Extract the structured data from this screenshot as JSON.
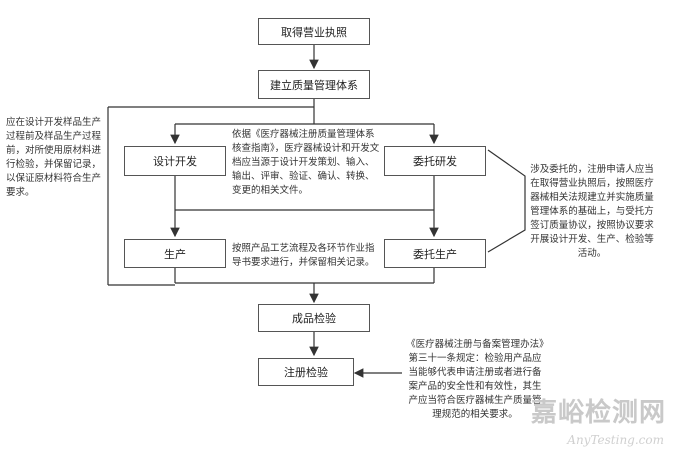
{
  "boxes": {
    "license": "取得营业执照",
    "qms": "建立质量管理体系",
    "design_dev": "设计开发",
    "outsourced_dev": "委托研发",
    "production": "生产",
    "outsourced_prod": "委托生产",
    "product_inspection": "成品检验",
    "registration_inspection": "注册检验"
  },
  "notes": {
    "left_note": "应在设计开发样品生产过程前及样品生产过程前，对所使用原材料进行检验，并保留记录，以保证原材料符合生产要求。",
    "center_design_note": "依据《医疗器械注册质量管理体系核查指南》，医疗器械设计和开发文档应当源于设计开发策划、输入、输出、评审、验证、确认、转换、变更的相关文件。",
    "center_prod_note": "按照产品工艺流程及各环节作业指导书要求进行，并保留相关记录。",
    "right_note": "涉及委托的，注册申请人应当在取得营业执照后，按照医疗器械相关法规建立并实施质量管理体系的基础上，与受托方签订质量协议，按照协议要求开展设计开发、生产、检验等活动。",
    "bottom_note": "《医疗器械注册与备案管理办法》第三十一条规定：检验用产品应当能够代表申请注册或者进行备案产品的安全性和有效性，其生产应当符合医疗器械生产质量管理规范的相关要求。"
  },
  "watermark": {
    "cn": "嘉峪检测网",
    "en": "AnyTesting.com"
  }
}
